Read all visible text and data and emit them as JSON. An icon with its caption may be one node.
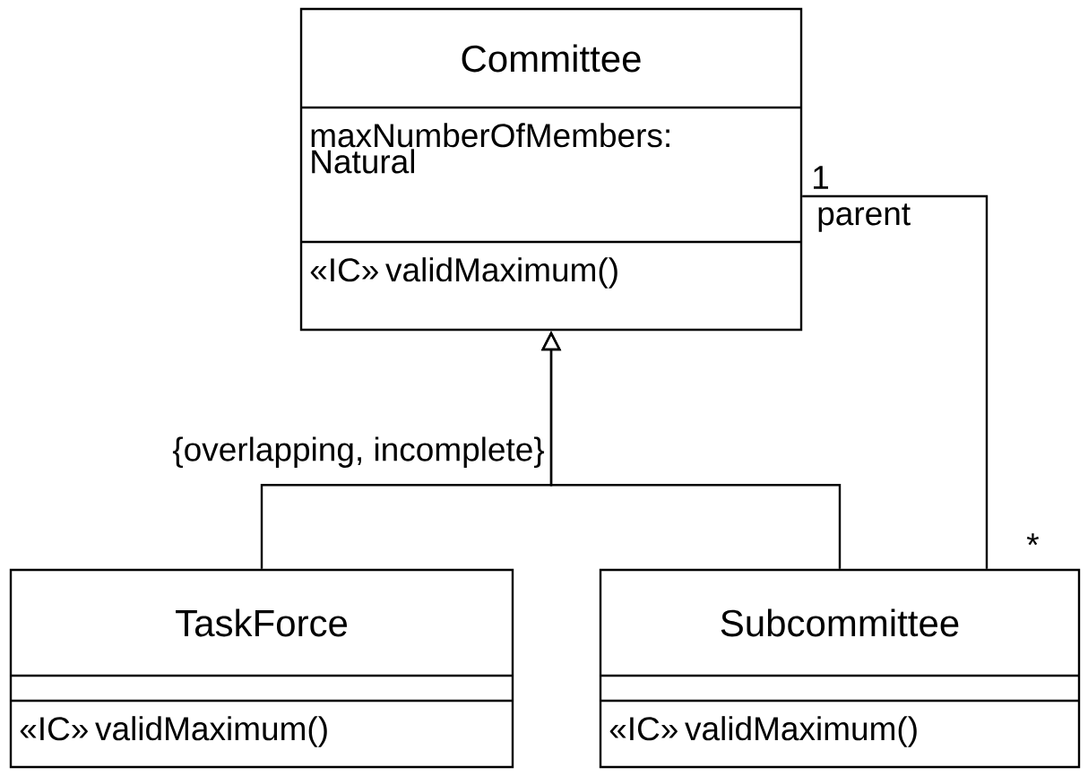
{
  "diagram": {
    "nodes": [
      {
        "text": [
          "Committee",
          "maxNumberOfMembers: Natural",
          "«IC» validMaximum()"
        ]
      },
      {
        "text": [
          "TaskForce",
          "«IC» validMaximum()"
        ]
      },
      {
        "text": [
          "Subcommittee",
          "«IC» validMaximum()"
        ]
      }
    ],
    "edges": [
      {
        "from": 1,
        "to": 0,
        "arrow": "to",
        "label": "{overlapping, incomplete}"
      },
      {
        "from": 2,
        "to": 0,
        "arrow": "to"
      },
      {
        "from": 0,
        "to": 2,
        "arrow": "none"
      }
    ],
    "labels": [
      "1",
      "parent",
      "*"
    ]
  }
}
